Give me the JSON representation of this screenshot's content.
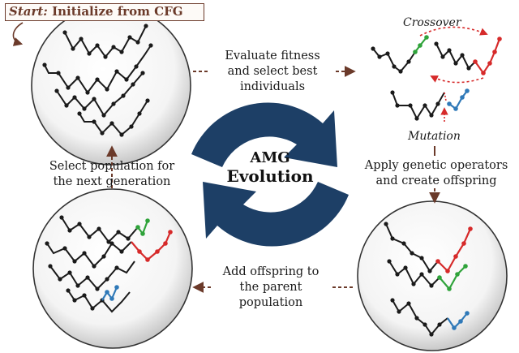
{
  "start": {
    "keyword": "Start:",
    "text": " Initialize from CFG"
  },
  "center": {
    "line1": "AMG",
    "line2": "Evolution"
  },
  "steps": {
    "evaluate": [
      "Evaluate fitness",
      "and select best",
      "individuals"
    ],
    "apply": [
      "Apply genetic operators",
      "and create offspring"
    ],
    "add": [
      "Add offspring to",
      "the parent",
      "population"
    ],
    "select": [
      "Select population for",
      "the next generation"
    ]
  },
  "operators": {
    "crossover": "Crossover",
    "mutation": "Mutation"
  },
  "colors": {
    "arrow": "#6b3a2a",
    "cycle": "#1d3f66",
    "crossover_green": "#2fa33a",
    "crossover_red": "#d62a2a",
    "mutation_blue": "#2f79b8",
    "node": "#1a1a1a"
  }
}
